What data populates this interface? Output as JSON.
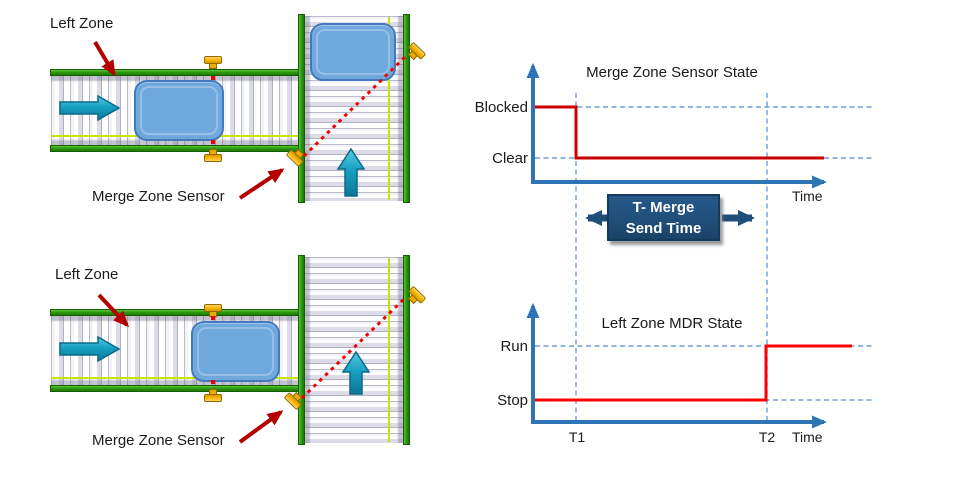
{
  "colors": {
    "axis_blue": "#2e75b6",
    "grid_dash_blue": "#6fa0d8",
    "sensor_chart_red": "#cc0000",
    "mdr_chart_red": "#ff0000",
    "callout_arrow_red": "#b40000",
    "sensor_beam_red": "#f00000",
    "conveyor_rail_green": "#2e9b10",
    "roller_gray": "#e9e9f2",
    "photo_eye_line_green": "#c9e400",
    "sensor_yellow": "#ffc000",
    "package_blue": "#6fa8dc",
    "flow_arrow_teal": "#17a0c2",
    "tmerge_navy": "#1f4e79"
  },
  "diagram_top": {
    "left_zone_label": "Left Zone",
    "merge_sensor_label": "Merge Zone Sensor"
  },
  "diagram_bottom": {
    "left_zone_label": "Left Zone",
    "merge_sensor_label": "Merge Zone Sensor"
  },
  "sensor_chart": {
    "title": "Merge Zone Sensor State",
    "level_high": "Blocked",
    "level_low": "Clear",
    "x_axis_label": "Time"
  },
  "mdr_chart": {
    "title": "Left Zone MDR State",
    "level_high": "Run",
    "level_low": "Stop",
    "x_axis_label": "Time",
    "tick_t1": "T1",
    "tick_t2": "T2"
  },
  "tmerge_callout": {
    "line1": "T- Merge",
    "line2": "Send Time"
  },
  "chart_data": [
    {
      "type": "line",
      "title": "Merge Zone Sensor State",
      "xlabel": "Time",
      "y_states": [
        "Clear",
        "Blocked"
      ],
      "x_reference_lines": [
        "T1",
        "T2"
      ],
      "grid": "dashed horizontal reference lines at Blocked and Clear; dashed vertical lines at T1 and T2",
      "legend": "none",
      "series": [
        {
          "name": "Merge Zone Sensor State",
          "step_points": [
            {
              "x": "start",
              "y": "Blocked"
            },
            {
              "x": "T1",
              "y": "Blocked"
            },
            {
              "x": "T1",
              "y": "Clear"
            },
            {
              "x": "end",
              "y": "Clear"
            }
          ]
        }
      ]
    },
    {
      "type": "line",
      "title": "Left Zone MDR State",
      "xlabel": "Time",
      "x_ticks": [
        "T1",
        "T2"
      ],
      "y_states": [
        "Stop",
        "Run"
      ],
      "grid": "dashed horizontal reference lines at Run and Stop; dashed vertical lines at T1 and T2",
      "legend": "none",
      "series": [
        {
          "name": "Left Zone MDR State",
          "step_points": [
            {
              "x": "start",
              "y": "Stop"
            },
            {
              "x": "T2",
              "y": "Stop"
            },
            {
              "x": "T2",
              "y": "Run"
            },
            {
              "x": "end",
              "y": "Run"
            }
          ]
        }
      ],
      "annotation": {
        "label": "T- Merge Send Time",
        "span": [
          "T1",
          "T2"
        ]
      }
    }
  ]
}
